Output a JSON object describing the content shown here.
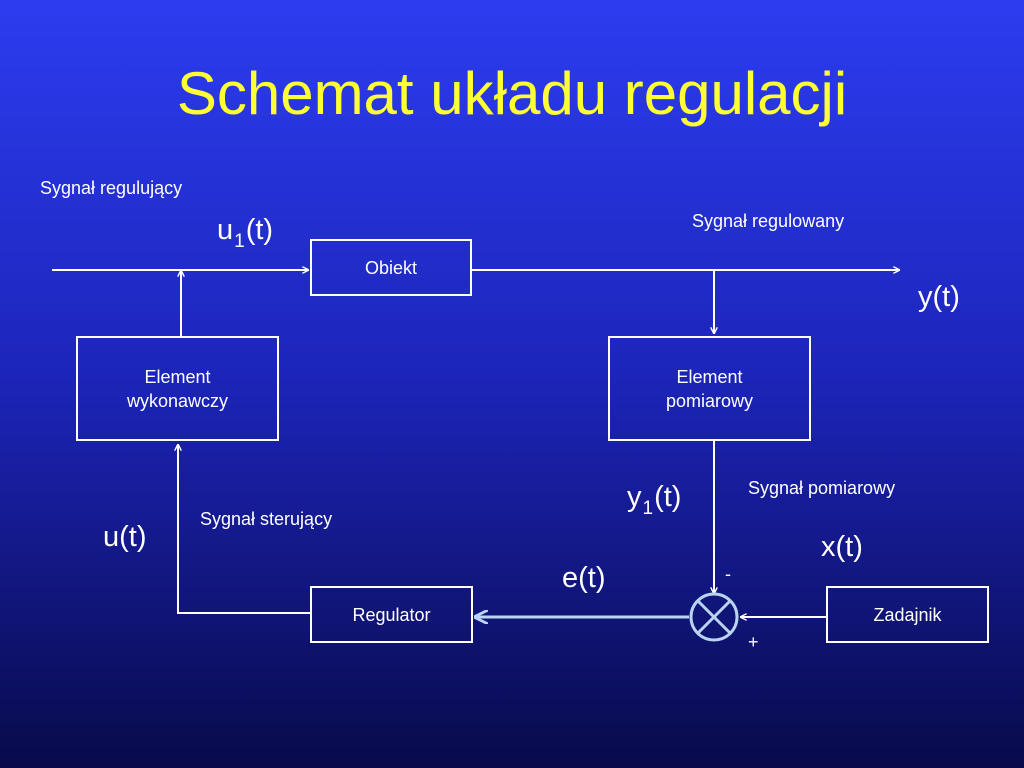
{
  "slide": {
    "title": "Schemat układu regulacji"
  },
  "colors": {
    "title": "#ffff33",
    "line": "#ffffff",
    "error_signal_line": "#b8d4f0"
  },
  "blocks": {
    "obiekt": "Obiekt",
    "element_wykonawczy": "Element\nwykonawczy",
    "element_pomiarowy": "Element\npomiarowy",
    "regulator": "Regulator",
    "zadajnik": "Zadajnik"
  },
  "signals": {
    "sygnal_regulujacy": "Sygnał regulujący",
    "sygnal_regulowany": "Sygnał regulowany",
    "sygnal_pomiarowy": "Sygnał pomiarowy",
    "sygnal_sterujacy": "Sygnał sterujący"
  },
  "variables": {
    "u1_base": "u",
    "u1_sub": "1",
    "u1_rest": "(t)",
    "y": "y(t)",
    "y1_base": "y",
    "y1_sub": "1",
    "y1_rest": "(t)",
    "u": "u(t)",
    "x": "x(t)",
    "e": "e(t)"
  },
  "summing_junction": {
    "minus": "-",
    "plus": "+"
  }
}
